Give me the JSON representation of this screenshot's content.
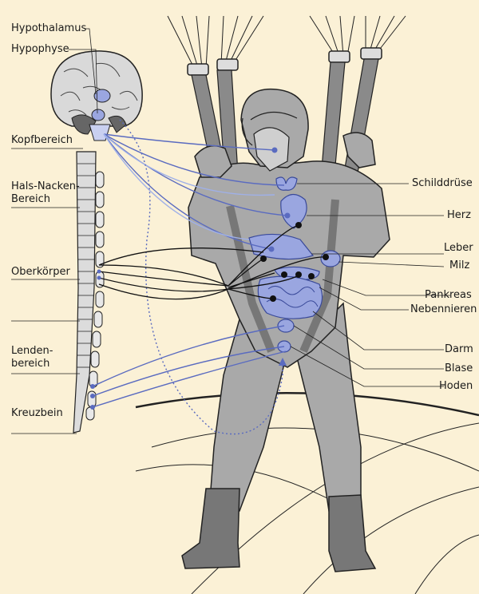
{
  "labels_left": {
    "hypothalamus": "Hypothalamus",
    "hypophyse": "Hypophyse",
    "kopfbereich": "Kopfbereich",
    "hals_nacken_1": "Hals-Nacken-",
    "hals_nacken_2": "Bereich",
    "oberkoerper": "Oberkörper",
    "lenden_1": "Lenden-",
    "lenden_2": "bereich",
    "kreuzbein": "Kreuzbein"
  },
  "labels_right": {
    "schilddruese": "Schilddrüse",
    "herz": "Herz",
    "leber": "Leber",
    "milz": "Milz",
    "pankreas": "Pankreas",
    "nebennieren": "Nebennieren",
    "darm": "Darm",
    "blase": "Blase",
    "hoden": "Hoden"
  },
  "colors": {
    "background": "#fbf1d6",
    "body_gray": "#a9a9a9",
    "body_outline": "#222222",
    "organ_blue": "#9aa6e0",
    "nerve_blue": "#5a6bc0",
    "nerve_light": "#9fb0e8",
    "nerve_black": "#111111"
  }
}
